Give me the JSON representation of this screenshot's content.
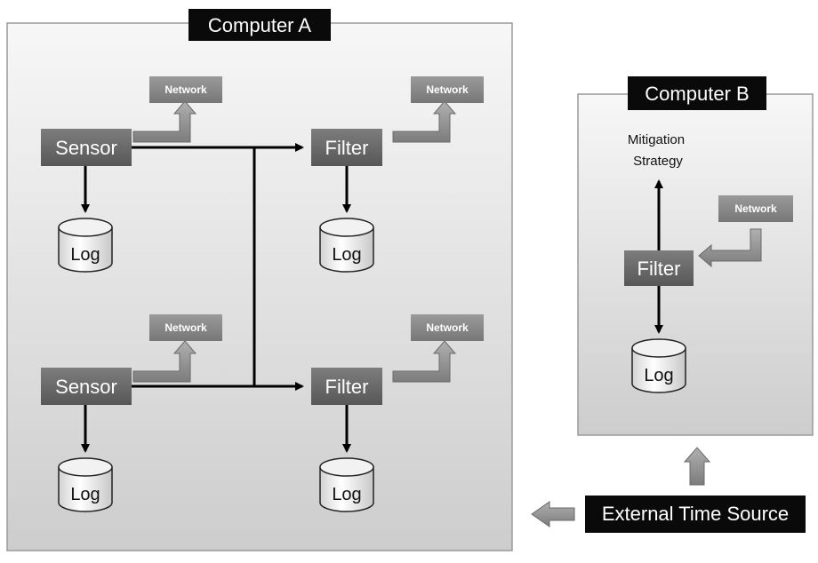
{
  "computer_a": {
    "title": "Computer A"
  },
  "computer_b": {
    "title": "Computer B"
  },
  "sensor_label": "Sensor",
  "filter_label": "Filter",
  "network_label": "Network",
  "log_label": "Log",
  "mitigation": {
    "line1": "Mitigation",
    "line2": "Strategy"
  },
  "time_source": {
    "label": "External Time Source"
  },
  "colors": {
    "panel_top": "#f6f6f6",
    "panel_bottom": "#cfcfcf",
    "box_top": "#7a7a7a",
    "box_bottom": "#5a5a5a",
    "label_bg": "#0a0a0a",
    "arrow": "#000000",
    "hollow_arrow": "#8a8a8a"
  },
  "icons": [
    "cylinder-icon",
    "bent-arrow-icon",
    "block-arrow-icon"
  ]
}
